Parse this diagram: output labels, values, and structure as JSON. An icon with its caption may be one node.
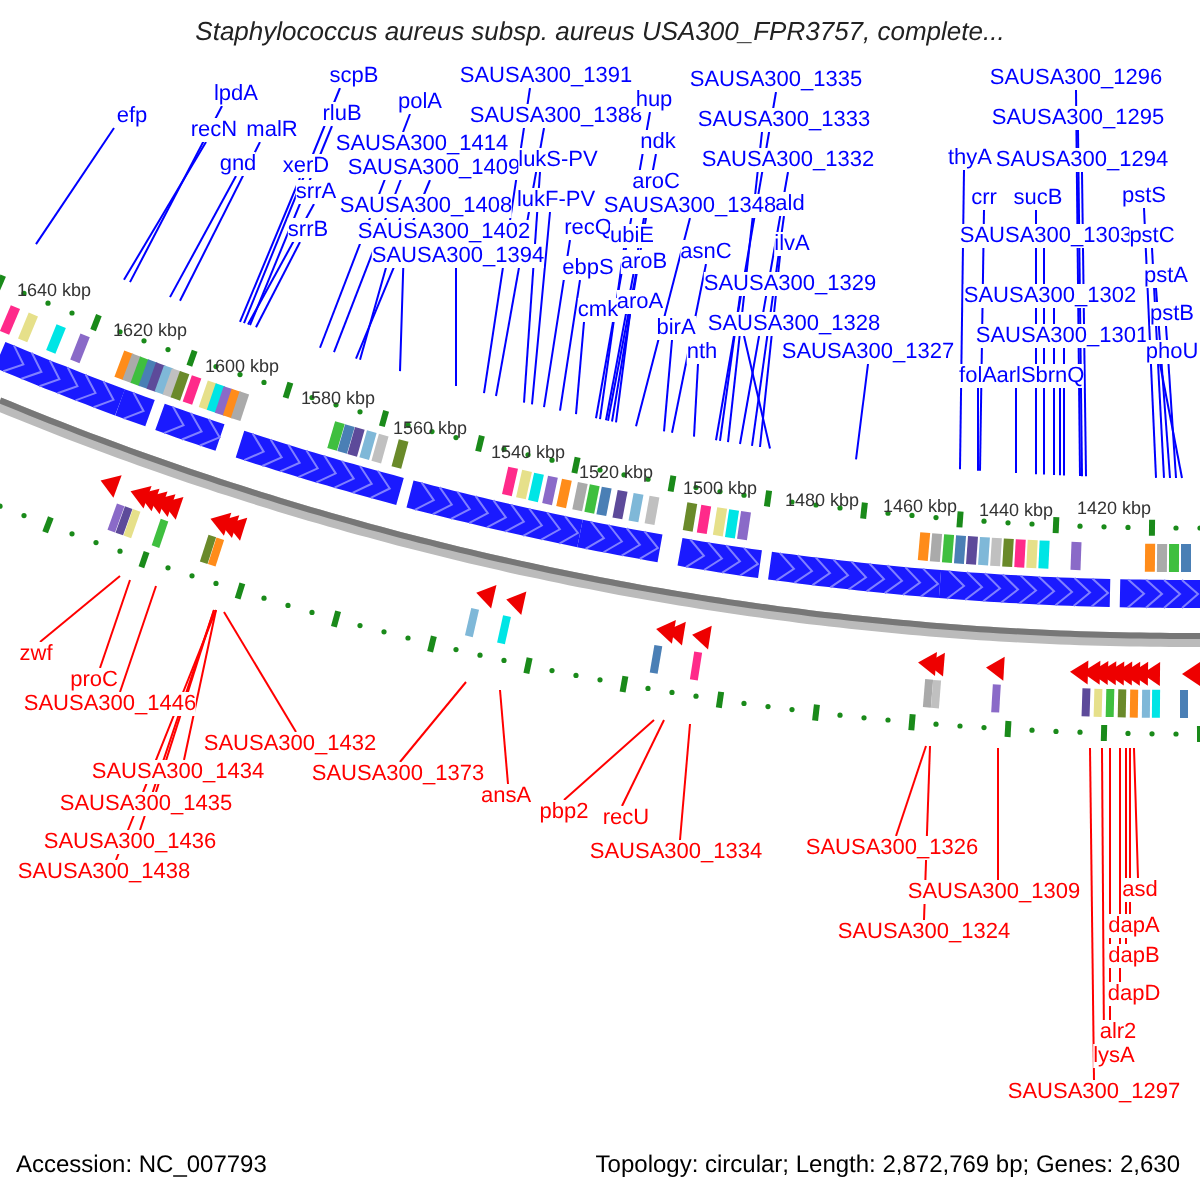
{
  "diagram": {
    "title": "Staphylococcus aureus subsp. aureus USA300_FPR3757, complete...",
    "nodes": [
      {
        "text": [
          "efp"
        ]
      },
      {
        "text": [
          "lpdA"
        ]
      },
      {
        "text": [
          "recN"
        ]
      },
      {
        "text": [
          "malR"
        ]
      },
      {
        "text": [
          "gnd"
        ]
      },
      {
        "text": [
          "scpB"
        ]
      },
      {
        "text": [
          "rluB"
        ]
      },
      {
        "text": [
          "xerD"
        ]
      },
      {
        "text": [
          "srrA"
        ]
      },
      {
        "text": [
          "srrB"
        ]
      },
      {
        "text": [
          "polA"
        ]
      },
      {
        "text": [
          "SAUSA300_1414"
        ]
      },
      {
        "text": [
          "SAUSA300_1409"
        ]
      },
      {
        "text": [
          "SAUSA300_1408"
        ]
      },
      {
        "text": [
          "SAUSA300_1402"
        ]
      },
      {
        "text": [
          "SAUSA300_1394"
        ]
      },
      {
        "text": [
          "SAUSA300_1391"
        ]
      },
      {
        "text": [
          "SAUSA300_1388"
        ]
      },
      {
        "text": [
          "lukS-PV"
        ]
      },
      {
        "text": [
          "lukF-PV"
        ]
      },
      {
        "text": [
          "recQ"
        ]
      },
      {
        "text": [
          "ebpS"
        ]
      },
      {
        "text": [
          "cmk"
        ]
      },
      {
        "text": [
          "hup"
        ]
      },
      {
        "text": [
          "ndk"
        ]
      },
      {
        "text": [
          "aroC"
        ]
      },
      {
        "text": [
          "SAUSA300_1348"
        ]
      },
      {
        "text": [
          "ubiE"
        ]
      },
      {
        "text": [
          "aroB"
        ]
      },
      {
        "text": [
          "aroA"
        ]
      },
      {
        "text": [
          "asnC"
        ]
      },
      {
        "text": [
          "birA"
        ]
      },
      {
        "text": [
          "nth"
        ]
      },
      {
        "text": [
          "SAUSA300_1335"
        ]
      },
      {
        "text": [
          "SAUSA300_1333"
        ]
      },
      {
        "text": [
          "SAUSA300_1332"
        ]
      },
      {
        "text": [
          "ald"
        ]
      },
      {
        "text": [
          "ilvA"
        ]
      },
      {
        "text": [
          "SAUSA300_1329"
        ]
      },
      {
        "text": [
          "SAUSA300_1328"
        ]
      },
      {
        "text": [
          "SAUSA300_1327"
        ]
      },
      {
        "text": [
          "thyA"
        ]
      },
      {
        "text": [
          "crr"
        ]
      },
      {
        "text": [
          "sucB"
        ]
      },
      {
        "text": [
          "SAUSA300_1303"
        ]
      },
      {
        "text": [
          "SAUSA300_1302"
        ]
      },
      {
        "text": [
          "SAUSA300_1301"
        ]
      },
      {
        "text": [
          "folA"
        ]
      },
      {
        "text": [
          "arlS"
        ]
      },
      {
        "text": [
          "brnQ"
        ]
      },
      {
        "text": [
          "SAUSA300_1296"
        ]
      },
      {
        "text": [
          "SAUSA300_1295"
        ]
      },
      {
        "text": [
          "SAUSA300_1294"
        ]
      },
      {
        "text": [
          "pstS"
        ]
      },
      {
        "text": [
          "pstC"
        ]
      },
      {
        "text": [
          "pstA"
        ]
      },
      {
        "text": [
          "pstB"
        ]
      },
      {
        "text": [
          "phoU"
        ]
      },
      {
        "text": [
          "zwf"
        ]
      },
      {
        "text": [
          "proC"
        ]
      },
      {
        "text": [
          "SAUSA300_1446"
        ]
      },
      {
        "text": [
          "SAUSA300_1432"
        ]
      },
      {
        "text": [
          "SAUSA300_1434"
        ]
      },
      {
        "text": [
          "SAUSA300_1435"
        ]
      },
      {
        "text": [
          "SAUSA300_1436"
        ]
      },
      {
        "text": [
          "SAUSA300_1438"
        ]
      },
      {
        "text": [
          "SAUSA300_1373"
        ]
      },
      {
        "text": [
          "ansA"
        ]
      },
      {
        "text": [
          "pbp2"
        ]
      },
      {
        "text": [
          "recU"
        ]
      },
      {
        "text": [
          "SAUSA300_1334"
        ]
      },
      {
        "text": [
          "SAUSA300_1326"
        ]
      },
      {
        "text": [
          "SAUSA300_1324"
        ]
      },
      {
        "text": [
          "SAUSA300_1309"
        ]
      },
      {
        "text": [
          "asd"
        ]
      },
      {
        "text": [
          "dapA"
        ]
      },
      {
        "text": [
          "dapB"
        ]
      },
      {
        "text": [
          "dapD"
        ]
      },
      {
        "text": [
          "alr2"
        ]
      },
      {
        "text": [
          "lysA"
        ]
      },
      {
        "text": [
          "SAUSA300_1297"
        ]
      }
    ],
    "edges": [
      {
        "from": 0,
        "to": null,
        "arrow": "none"
      },
      {
        "from": 1,
        "to": null,
        "arrow": "none"
      },
      {
        "from": 2,
        "to": null,
        "arrow": "none"
      },
      {
        "from": 3,
        "to": null,
        "arrow": "none"
      },
      {
        "from": 4,
        "to": null,
        "arrow": "none"
      },
      {
        "from": 5,
        "to": null,
        "arrow": "none"
      },
      {
        "from": 6,
        "to": null,
        "arrow": "none"
      },
      {
        "from": 7,
        "to": null,
        "arrow": "none"
      },
      {
        "from": 8,
        "to": null,
        "arrow": "none"
      },
      {
        "from": 9,
        "to": null,
        "arrow": "none"
      },
      {
        "from": 10,
        "to": null,
        "arrow": "none"
      },
      {
        "from": 11,
        "to": null,
        "arrow": "none"
      },
      {
        "from": 12,
        "to": null,
        "arrow": "none"
      },
      {
        "from": 13,
        "to": null,
        "arrow": "none"
      },
      {
        "from": 14,
        "to": null,
        "arrow": "none"
      },
      {
        "from": 15,
        "to": null,
        "arrow": "none"
      },
      {
        "from": 16,
        "to": null,
        "arrow": "none"
      },
      {
        "from": 17,
        "to": null,
        "arrow": "none"
      },
      {
        "from": 18,
        "to": null,
        "arrow": "none"
      },
      {
        "from": 19,
        "to": null,
        "arrow": "none"
      },
      {
        "from": 20,
        "to": null,
        "arrow": "none"
      },
      {
        "from": 21,
        "to": null,
        "arrow": "none"
      },
      {
        "from": 22,
        "to": null,
        "arrow": "none"
      },
      {
        "from": 23,
        "to": null,
        "arrow": "none"
      },
      {
        "from": 24,
        "to": null,
        "arrow": "none"
      },
      {
        "from": 25,
        "to": null,
        "arrow": "none"
      },
      {
        "from": 26,
        "to": null,
        "arrow": "none"
      },
      {
        "from": 27,
        "to": null,
        "arrow": "none"
      },
      {
        "from": 28,
        "to": null,
        "arrow": "none"
      },
      {
        "from": 29,
        "to": null,
        "arrow": "none"
      },
      {
        "from": 30,
        "to": null,
        "arrow": "none"
      },
      {
        "from": 31,
        "to": null,
        "arrow": "none"
      },
      {
        "from": 32,
        "to": null,
        "arrow": "none"
      },
      {
        "from": 33,
        "to": null,
        "arrow": "none"
      },
      {
        "from": 34,
        "to": null,
        "arrow": "none"
      },
      {
        "from": 35,
        "to": null,
        "arrow": "none"
      },
      {
        "from": 36,
        "to": null,
        "arrow": "none"
      },
      {
        "from": 37,
        "to": null,
        "arrow": "none"
      },
      {
        "from": 38,
        "to": null,
        "arrow": "none"
      },
      {
        "from": 39,
        "to": null,
        "arrow": "none"
      },
      {
        "from": 40,
        "to": null,
        "arrow": "none"
      },
      {
        "from": 41,
        "to": null,
        "arrow": "none"
      },
      {
        "from": 42,
        "to": null,
        "arrow": "none"
      },
      {
        "from": 43,
        "to": null,
        "arrow": "none"
      },
      {
        "from": 44,
        "to": null,
        "arrow": "none"
      },
      {
        "from": 45,
        "to": null,
        "arrow": "none"
      },
      {
        "from": 46,
        "to": null,
        "arrow": "none"
      },
      {
        "from": 47,
        "to": null,
        "arrow": "none"
      },
      {
        "from": 48,
        "to": null,
        "arrow": "none"
      },
      {
        "from": 49,
        "to": null,
        "arrow": "none"
      },
      {
        "from": 50,
        "to": null,
        "arrow": "none"
      },
      {
        "from": 51,
        "to": null,
        "arrow": "none"
      },
      {
        "from": 52,
        "to": null,
        "arrow": "none"
      },
      {
        "from": 53,
        "to": null,
        "arrow": "none"
      },
      {
        "from": 54,
        "to": null,
        "arrow": "none"
      },
      {
        "from": 55,
        "to": null,
        "arrow": "none"
      },
      {
        "from": 56,
        "to": null,
        "arrow": "none"
      },
      {
        "from": 57,
        "to": null,
        "arrow": "none"
      },
      {
        "from": 58,
        "to": null,
        "arrow": "none",
        "color": "#ff0000"
      },
      {
        "from": 59,
        "to": null,
        "arrow": "none",
        "color": "#ff0000"
      },
      {
        "from": 60,
        "to": null,
        "arrow": "none",
        "color": "#ff0000"
      },
      {
        "from": 61,
        "to": null,
        "arrow": "none",
        "color": "#ff0000"
      },
      {
        "from": 62,
        "to": null,
        "arrow": "none",
        "color": "#ff0000"
      },
      {
        "from": 63,
        "to": null,
        "arrow": "none",
        "color": "#ff0000"
      },
      {
        "from": 64,
        "to": null,
        "arrow": "none",
        "color": "#ff0000"
      },
      {
        "from": 65,
        "to": null,
        "arrow": "none",
        "color": "#ff0000"
      },
      {
        "from": 66,
        "to": null,
        "arrow": "none",
        "color": "#ff0000"
      },
      {
        "from": 67,
        "to": null,
        "arrow": "none",
        "color": "#ff0000"
      },
      {
        "from": 68,
        "to": null,
        "arrow": "none",
        "color": "#ff0000"
      },
      {
        "from": 69,
        "to": null,
        "arrow": "none",
        "color": "#ff0000"
      },
      {
        "from": 70,
        "to": null,
        "arrow": "none",
        "color": "#ff0000"
      },
      {
        "from": 71,
        "to": null,
        "arrow": "none",
        "color": "#ff0000"
      },
      {
        "from": 72,
        "to": null,
        "arrow": "none",
        "color": "#ff0000"
      },
      {
        "from": 73,
        "to": null,
        "arrow": "none",
        "color": "#ff0000"
      },
      {
        "from": 74,
        "to": null,
        "arrow": "none",
        "color": "#ff0000"
      },
      {
        "from": 75,
        "to": null,
        "arrow": "none",
        "color": "#ff0000"
      },
      {
        "from": 76,
        "to": null,
        "arrow": "none",
        "color": "#ff0000"
      },
      {
        "from": 77,
        "to": null,
        "arrow": "none",
        "color": "#ff0000"
      },
      {
        "from": 78,
        "to": null,
        "arrow": "none",
        "color": "#ff0000"
      },
      {
        "from": 79,
        "to": null,
        "arrow": "none",
        "color": "#ff0000"
      },
      {
        "from": 80,
        "to": null,
        "arrow": "none",
        "color": "#ff0000"
      }
    ],
    "labels": [
      "1640 kbp",
      "1620 kbp",
      "1600 kbp",
      "1580 kbp",
      "1560 kbp",
      "1540 kbp",
      "1520 kbp",
      "1500 kbp",
      "1480 kbp",
      "1460 kbp",
      "1440 kbp",
      "1420 kbp",
      "Accession: NC_007793",
      "Topology: circular; Length: 2,872,769 bp; Genes: 2,630"
    ]
  }
}
